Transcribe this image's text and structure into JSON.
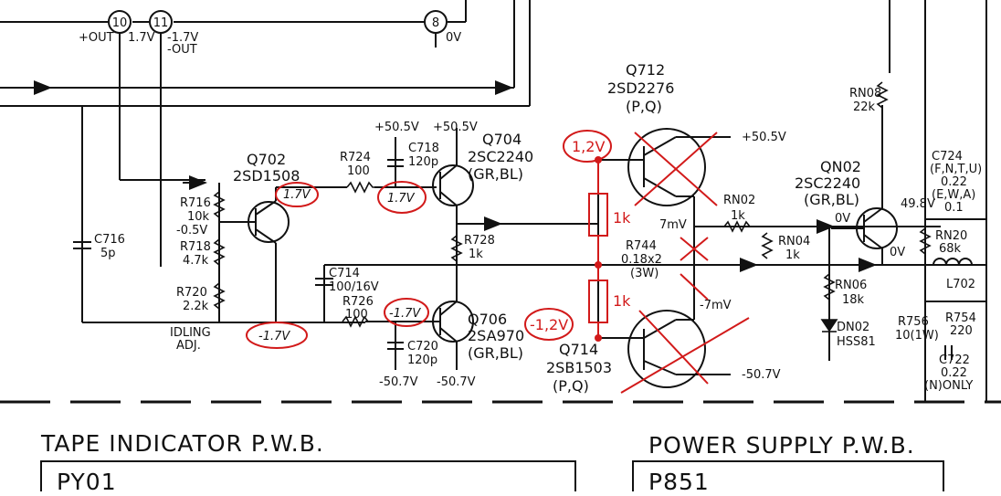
{
  "pins": [
    {
      "num": "10",
      "label": "+OUT",
      "value": "1.7V"
    },
    {
      "num": "11",
      "label": "-OUT",
      "value": "-1.7V"
    },
    {
      "num": "8",
      "label": "",
      "value": "0V"
    }
  ],
  "transistors": {
    "q702": {
      "ref": "Q702",
      "part": "2SD1508"
    },
    "q704": {
      "ref": "Q704",
      "part": "2SC2240",
      "grade": "(GR,BL)"
    },
    "q706": {
      "ref": "Q706",
      "part": "2SA970",
      "grade": "(GR,BL)"
    },
    "q712": {
      "ref": "Q712",
      "part": "2SD2276",
      "grade": "(P,Q)"
    },
    "q714": {
      "ref": "Q714",
      "part": "2SB1503",
      "grade": "(P,Q)"
    },
    "qn02": {
      "ref": "QN02",
      "part": "2SC2240",
      "grade": "(GR,BL)"
    }
  },
  "components": {
    "r716": {
      "ref": "R716",
      "value": "10k"
    },
    "r718": {
      "ref": "R718",
      "value": "4.7k"
    },
    "r720": {
      "ref": "R720",
      "value": "2.2k"
    },
    "r724": {
      "ref": "R724",
      "value": "100"
    },
    "r726": {
      "ref": "R726",
      "value": "100"
    },
    "r728": {
      "ref": "R728",
      "value": "1k"
    },
    "r744": {
      "ref": "R744",
      "value": "0.18x2",
      "power": "(3W)"
    },
    "c716": {
      "ref": "C716",
      "value": "5p"
    },
    "c714": {
      "ref": "C714",
      "value": "100/16V"
    },
    "c718": {
      "ref": "C718",
      "value": "120p"
    },
    "c720": {
      "ref": "C720",
      "value": "120p"
    },
    "rn02": {
      "ref": "RN02",
      "value": "1k"
    },
    "rn04": {
      "ref": "RN04",
      "value": "1k"
    },
    "rn06": {
      "ref": "RN06",
      "value": "18k"
    },
    "rn08": {
      "ref": "RN08",
      "value": "22k"
    },
    "rn20": {
      "ref": "RN20",
      "value": "68k"
    },
    "r756": {
      "ref": "R756",
      "value": "10(1W)"
    },
    "r754": {
      "ref": "R754",
      "value": "220"
    },
    "c722": {
      "ref": "C722",
      "value": "0.22",
      "note": "(N)ONLY"
    },
    "c724": {
      "ref": "C724",
      "line1": "(F,N,T,U)",
      "line2": "0.22",
      "line3": "(E,W,A)",
      "line4": "0.1"
    },
    "l702": {
      "ref": "L702"
    },
    "dn02": {
      "ref": "DN02",
      "part": "HSS81"
    }
  },
  "voltages": {
    "v_neg05": "-0.5V",
    "v_p50a": "+50.5V",
    "v_p50b": "+50.5V",
    "v_p50c": "+50.5V",
    "v_m50a": "-50.7V",
    "v_m50b": "-50.7V",
    "v_m50c": "-50.7V",
    "v_7mv": "7mV",
    "v_m7mv": "-7mV",
    "v_0v_a": "0V",
    "v_0v_b": "0V",
    "v_498": "49.8V",
    "idling1": "IDLING",
    "idling2": "ADJ."
  },
  "annotations": {
    "a1": "1.7V",
    "a2": "1.7V",
    "a3": "-1.7V",
    "a4": "-1.7V",
    "a5": "1,2V",
    "a6": "-1,2V",
    "r_up": "1k",
    "r_dn": "1k"
  },
  "boards": {
    "tape_title": "TAPE INDICATOR P.W.B.",
    "tape_id": "PY01",
    "ps_title": "POWER SUPPLY P.W.B.",
    "ps_id": "P851"
  },
  "colors": {
    "ink": "#111111",
    "annotation": "#d21a1a",
    "paper": "#ffffff"
  }
}
